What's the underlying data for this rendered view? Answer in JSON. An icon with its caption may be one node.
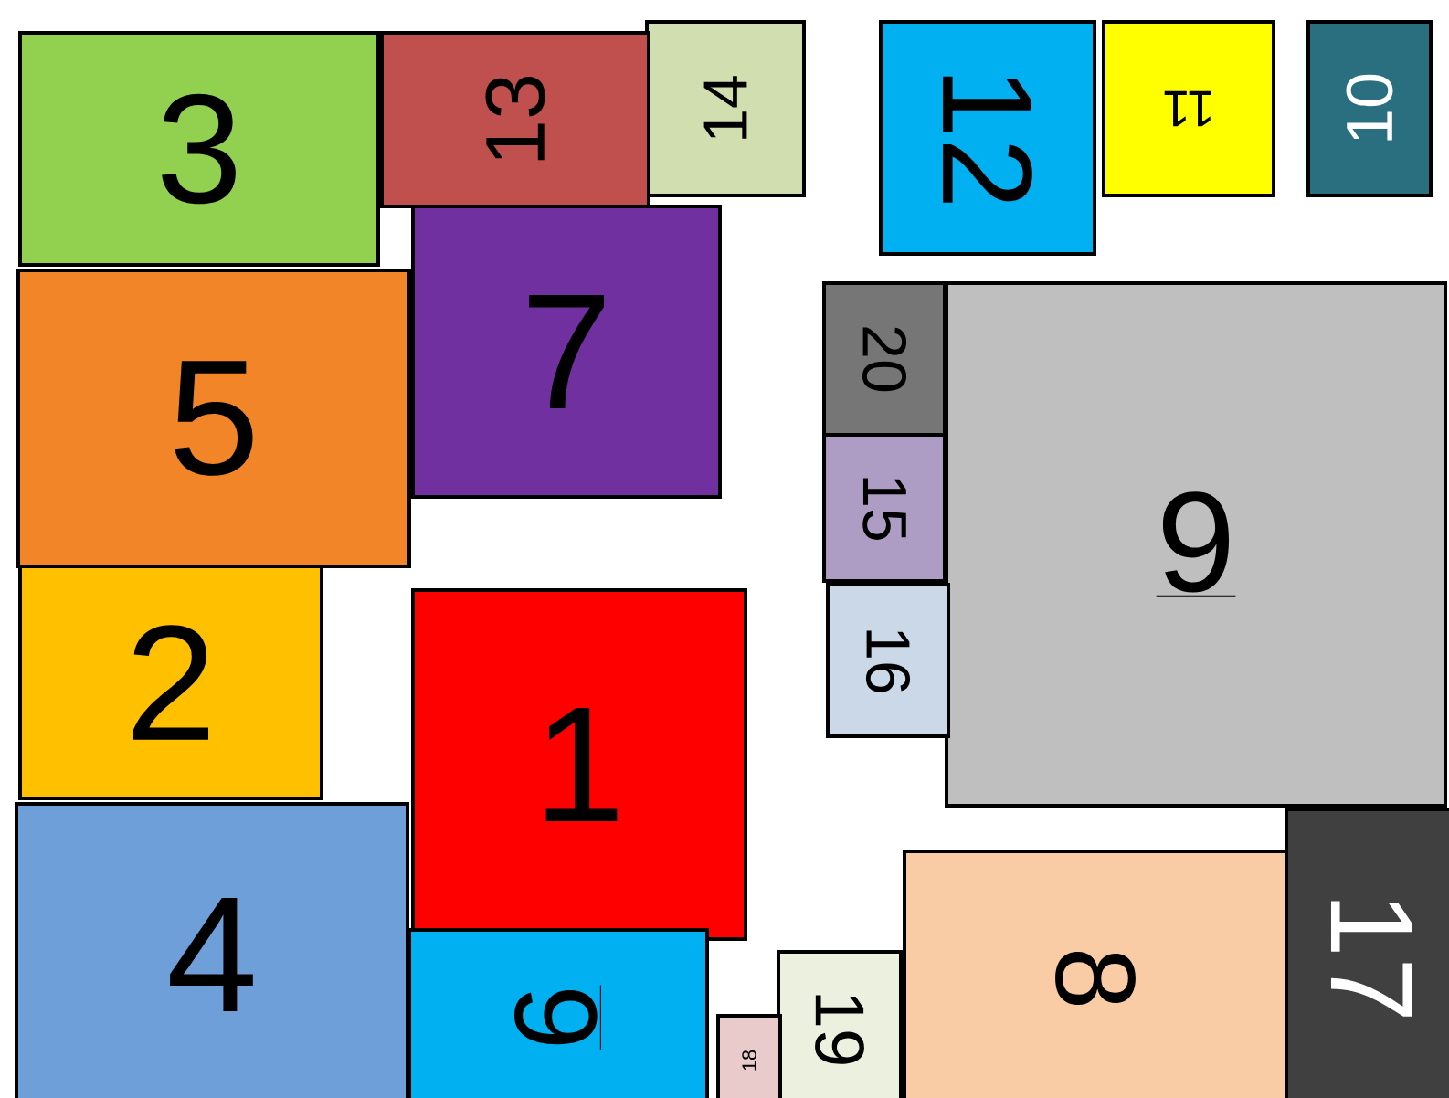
{
  "diagram": {
    "nodes": [
      {
        "text": [
          "10"
        ]
      },
      {
        "text": [
          "12"
        ]
      },
      {
        "text": [
          "11"
        ]
      },
      {
        "text": [
          "14"
        ]
      },
      {
        "text": [
          "3"
        ]
      },
      {
        "text": [
          "13"
        ]
      },
      {
        "text": [
          "7"
        ]
      },
      {
        "text": [
          "5"
        ]
      },
      {
        "text": [
          "20"
        ]
      },
      {
        "text": [
          "9"
        ]
      },
      {
        "text": [
          "15"
        ]
      },
      {
        "text": [
          "2"
        ]
      },
      {
        "text": [
          "16"
        ]
      },
      {
        "text": [
          "1"
        ]
      },
      {
        "text": [
          "4"
        ]
      },
      {
        "text": [
          "17"
        ]
      },
      {
        "text": [
          "8"
        ]
      },
      {
        "text": [
          "6"
        ]
      },
      {
        "text": [
          "19"
        ]
      },
      {
        "text": [
          "18"
        ]
      }
    ]
  }
}
